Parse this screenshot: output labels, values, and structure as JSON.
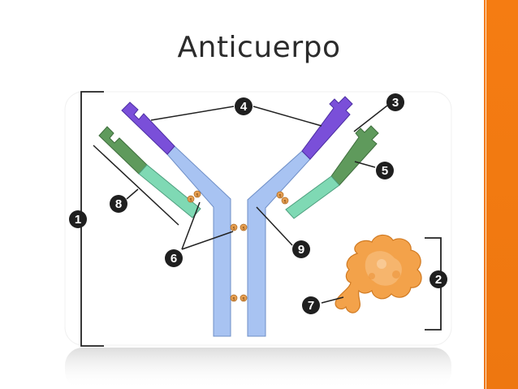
{
  "title": "Anticuerpo",
  "labels": {
    "n1": "1",
    "n2": "2",
    "n3": "3",
    "n4": "4",
    "n5": "5",
    "n6": "6",
    "n7": "7",
    "n8": "8",
    "n9": "9"
  },
  "disulfide_letter": "s",
  "colors": {
    "heavy_chain": "#a8c3f2",
    "light_variable": "#5f9a5c",
    "light_constant": "#7fd9b4",
    "heavy_variable": "#7a4fd9",
    "antigen": "#f3a24a",
    "disulfide": "#e8a052",
    "accent_bar": "#f57c12"
  }
}
